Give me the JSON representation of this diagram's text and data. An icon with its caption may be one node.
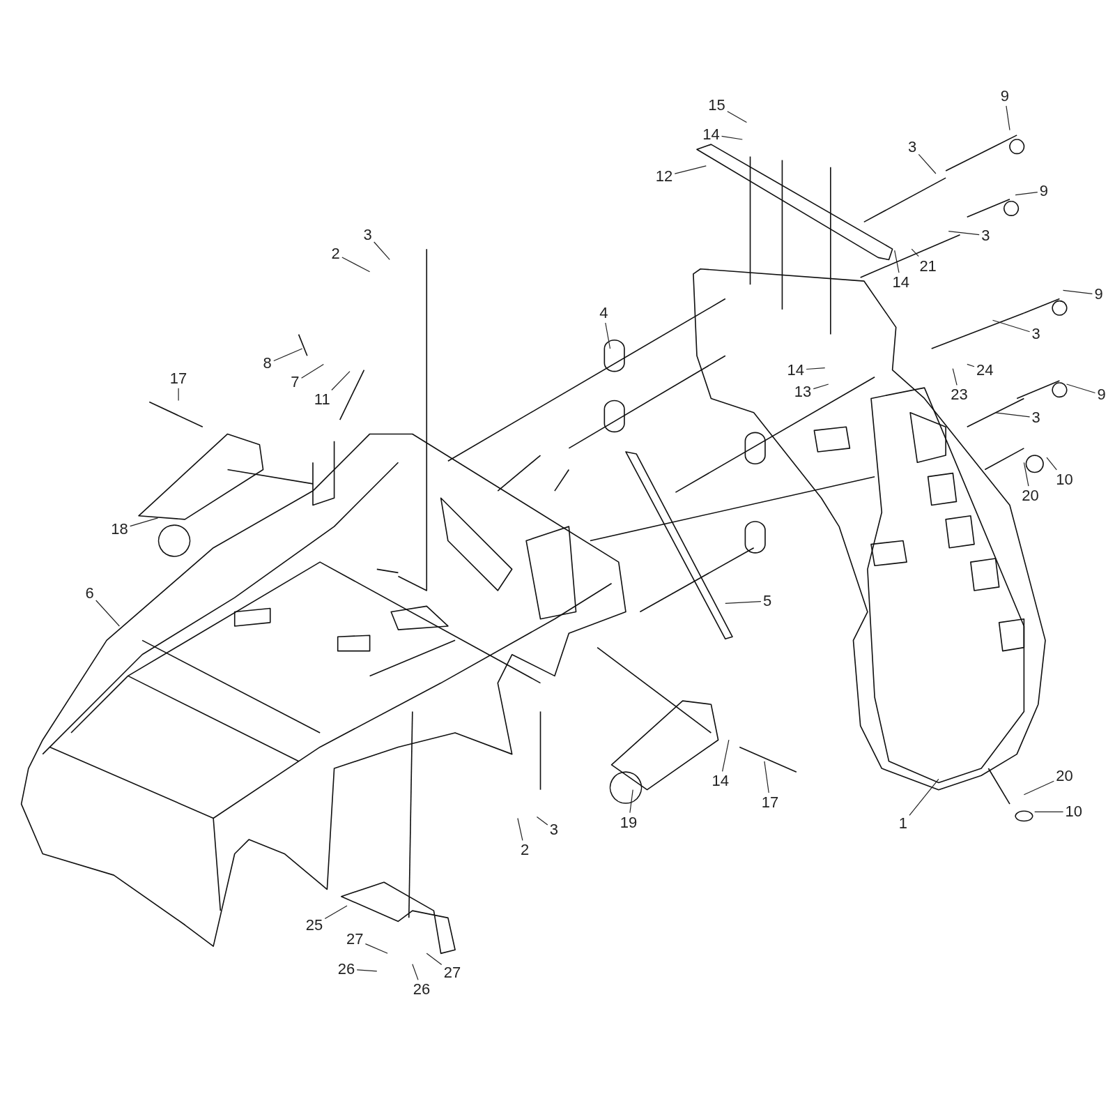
{
  "diagram": {
    "nodes": [
      {
        "text": [
          "15"
        ]
      },
      {
        "text": [
          "9"
        ]
      },
      {
        "text": [
          "14"
        ]
      },
      {
        "text": [
          "3"
        ]
      },
      {
        "text": [
          "12"
        ]
      },
      {
        "text": [
          "9"
        ]
      },
      {
        "text": [
          "3"
        ]
      },
      {
        "text": [
          "3"
        ]
      },
      {
        "text": [
          "2"
        ]
      },
      {
        "text": [
          "21"
        ]
      },
      {
        "text": [
          "14"
        ]
      },
      {
        "text": [
          "9"
        ]
      },
      {
        "text": [
          "4"
        ]
      },
      {
        "text": [
          "3"
        ]
      },
      {
        "text": [
          "8"
        ]
      },
      {
        "text": [
          "14"
        ]
      },
      {
        "text": [
          "24"
        ]
      },
      {
        "text": [
          "17"
        ]
      },
      {
        "text": [
          "7"
        ]
      },
      {
        "text": [
          "13"
        ]
      },
      {
        "text": [
          "23"
        ]
      },
      {
        "text": [
          "11"
        ]
      },
      {
        "text": [
          "9"
        ]
      },
      {
        "text": [
          "3"
        ]
      },
      {
        "text": [
          "10"
        ]
      },
      {
        "text": [
          "20"
        ]
      },
      {
        "text": [
          "18"
        ]
      },
      {
        "text": [
          "6"
        ]
      },
      {
        "text": [
          "5"
        ]
      },
      {
        "text": [
          "20"
        ]
      },
      {
        "text": [
          "14"
        ]
      },
      {
        "text": [
          "17"
        ]
      },
      {
        "text": [
          "10"
        ]
      },
      {
        "text": [
          "19"
        ]
      },
      {
        "text": [
          "1"
        ]
      },
      {
        "text": [
          "3"
        ]
      },
      {
        "text": [
          "2"
        ]
      },
      {
        "text": [
          "25"
        ]
      },
      {
        "text": [
          "27"
        ]
      },
      {
        "text": [
          "26"
        ]
      },
      {
        "text": [
          "27"
        ]
      },
      {
        "text": [
          "26"
        ]
      }
    ],
    "edges": [
      {
        "from": 0,
        "to": null,
        "arrow": "none"
      },
      {
        "from": 1,
        "to": null,
        "arrow": "none"
      },
      {
        "from": 2,
        "to": null,
        "arrow": "none"
      },
      {
        "from": 3,
        "to": null,
        "arrow": "none"
      },
      {
        "from": 4,
        "to": null,
        "arrow": "none"
      },
      {
        "from": 5,
        "to": null,
        "arrow": "none"
      },
      {
        "from": 6,
        "to": null,
        "arrow": "none"
      },
      {
        "from": 7,
        "to": null,
        "arrow": "none"
      },
      {
        "from": 8,
        "to": null,
        "arrow": "none"
      },
      {
        "from": 9,
        "to": null,
        "arrow": "none"
      },
      {
        "from": 10,
        "to": null,
        "arrow": "none"
      },
      {
        "from": 11,
        "to": null,
        "arrow": "none"
      },
      {
        "from": 12,
        "to": null,
        "arrow": "none"
      },
      {
        "from": 13,
        "to": null,
        "arrow": "none"
      },
      {
        "from": 14,
        "to": null,
        "arrow": "none"
      },
      {
        "from": 15,
        "to": null,
        "arrow": "none"
      },
      {
        "from": 16,
        "to": null,
        "arrow": "none"
      },
      {
        "from": 17,
        "to": null,
        "arrow": "none"
      },
      {
        "from": 18,
        "to": null,
        "arrow": "none"
      },
      {
        "from": 19,
        "to": null,
        "arrow": "none"
      },
      {
        "from": 20,
        "to": null,
        "arrow": "none"
      },
      {
        "from": 21,
        "to": null,
        "arrow": "none"
      },
      {
        "from": 22,
        "to": null,
        "arrow": "none"
      },
      {
        "from": 23,
        "to": null,
        "arrow": "none"
      },
      {
        "from": 24,
        "to": null,
        "arrow": "none"
      },
      {
        "from": 25,
        "to": null,
        "arrow": "none"
      },
      {
        "from": 26,
        "to": null,
        "arrow": "none"
      },
      {
        "from": 27,
        "to": null,
        "arrow": "none"
      },
      {
        "from": 28,
        "to": null,
        "arrow": "none"
      },
      {
        "from": 29,
        "to": null,
        "arrow": "none"
      },
      {
        "from": 30,
        "to": null,
        "arrow": "none"
      },
      {
        "from": 31,
        "to": null,
        "arrow": "none"
      },
      {
        "from": 32,
        "to": null,
        "arrow": "none"
      },
      {
        "from": 33,
        "to": null,
        "arrow": "none"
      },
      {
        "from": 34,
        "to": null,
        "arrow": "none"
      },
      {
        "from": 35,
        "to": null,
        "arrow": "none"
      },
      {
        "from": 36,
        "to": null,
        "arrow": "none"
      },
      {
        "from": 37,
        "to": null,
        "arrow": "none"
      },
      {
        "from": 38,
        "to": null,
        "arrow": "none"
      },
      {
        "from": 39,
        "to": null,
        "arrow": "none"
      },
      {
        "from": 40,
        "to": null,
        "arrow": "none"
      },
      {
        "from": 41,
        "to": null,
        "arrow": "none"
      }
    ]
  }
}
